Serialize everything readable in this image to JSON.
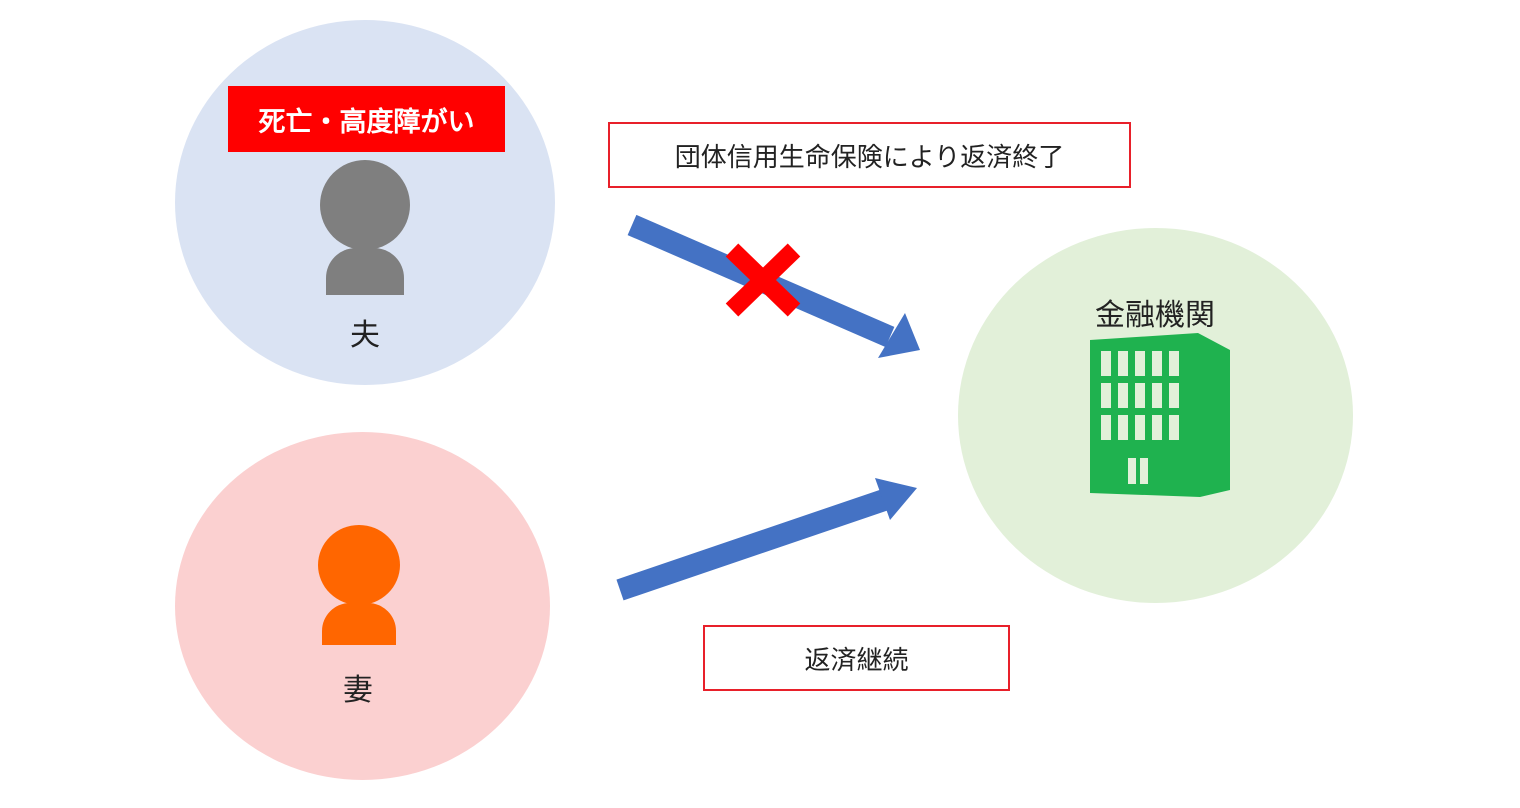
{
  "husband": {
    "status_label": "死亡・高度障がい",
    "name": "夫"
  },
  "wife": {
    "name": "妻"
  },
  "bank": {
    "name": "金融機関"
  },
  "labels": {
    "top": "団体信用生命保険により返済終了",
    "bottom": "返済継続"
  },
  "colors": {
    "husband_bg": "#dae3f3",
    "wife_bg": "#fbd0d0",
    "bank_bg": "#e2f0d9",
    "arrow": "#4472c4",
    "cross": "#ff0000",
    "building": "#1fb24f",
    "husband_icon": "#7f7f7f",
    "wife_icon": "#ff6600"
  }
}
